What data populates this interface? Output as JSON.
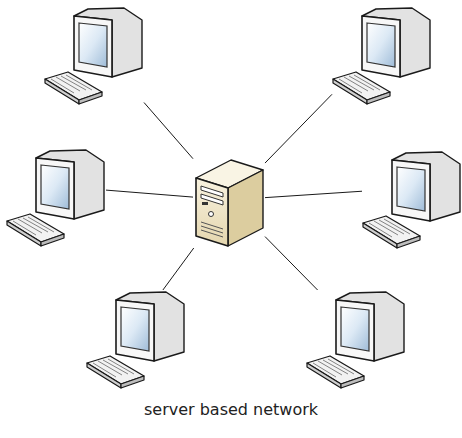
{
  "diagram": {
    "caption": "server based network",
    "nodes": [
      {
        "text": []
      },
      {
        "text": []
      },
      {
        "text": []
      },
      {
        "text": []
      },
      {
        "text": []
      },
      {
        "text": []
      },
      {
        "text": []
      }
    ],
    "edges": [
      {
        "from": 0,
        "to": 3,
        "arrow": "none"
      },
      {
        "from": 1,
        "to": 3,
        "arrow": "none"
      },
      {
        "from": 2,
        "to": 3,
        "arrow": "none"
      },
      {
        "from": 4,
        "to": 3,
        "arrow": "none"
      },
      {
        "from": 5,
        "to": 3,
        "arrow": "none"
      },
      {
        "from": 6,
        "to": 3,
        "arrow": "none"
      }
    ]
  }
}
